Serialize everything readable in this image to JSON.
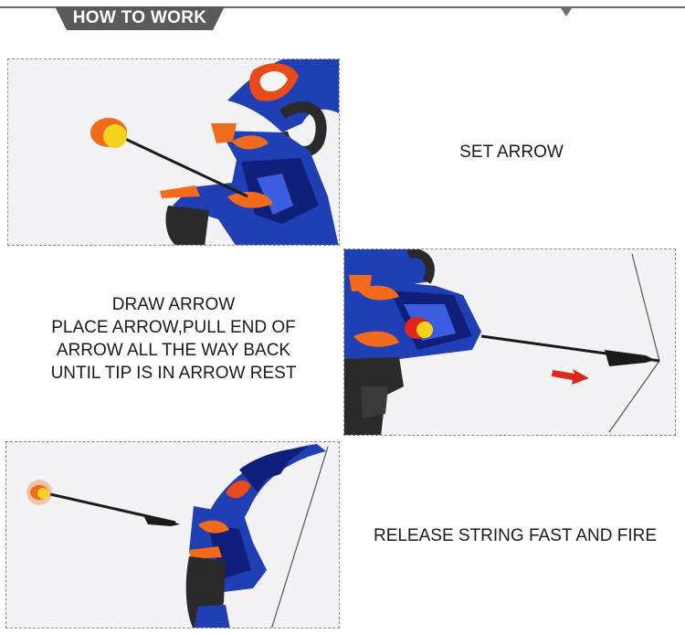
{
  "header": {
    "title": "HOW TO WORK"
  },
  "steps": [
    {
      "lines": [
        "SET ARROW"
      ]
    },
    {
      "lines": [
        "DRAW ARROW",
        "PLACE ARROW,PULL END OF",
        "ARROW ALL THE WAY BACK",
        "UNTIL TIP IS IN ARROW REST"
      ]
    },
    {
      "lines": [
        "RELEASE STRING FAST AND FIRE"
      ]
    }
  ],
  "colors": {
    "bow_blue": "#1f3fb5",
    "bow_dark": "#10207a",
    "accent_orange": "#f26a1b",
    "grip_black": "#2a2a2a",
    "tip_yellow": "#f4d31c",
    "arrow_red": "#e0261c"
  }
}
